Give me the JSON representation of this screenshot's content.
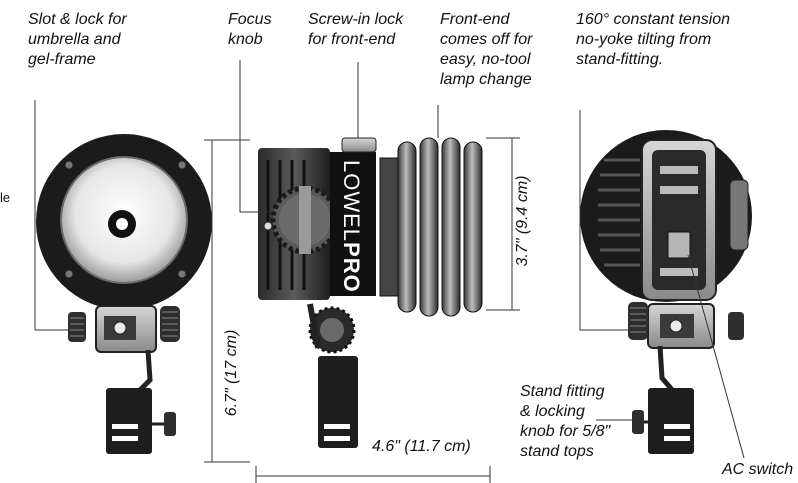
{
  "callouts": {
    "slot_lock": [
      "Slot & lock for",
      "umbrella and",
      "gel-frame"
    ],
    "focus_knob": [
      "Focus",
      "knob"
    ],
    "screw_lock": [
      "Screw-in lock",
      "for front-end"
    ],
    "front_end": [
      "Front-end",
      "comes off for",
      "easy, no-tool",
      "lamp change"
    ],
    "tilt": [
      "160° constant tension",
      "no-yoke tilting from",
      "stand-fitting."
    ],
    "stand_fitting": [
      "Stand fitting",
      "& locking",
      "knob for 5/8\"",
      "stand tops"
    ],
    "ac_switch": "AC switch",
    "left_edge_fragment": "le"
  },
  "dimensions": {
    "height": "6.7\" (17 cm)",
    "depth": "4.6\" (11.7 cm)",
    "front_diameter": "3.7\" (9.4 cm)"
  },
  "brand": {
    "name_light": "LOWEL",
    "name_bold": "PRO"
  }
}
